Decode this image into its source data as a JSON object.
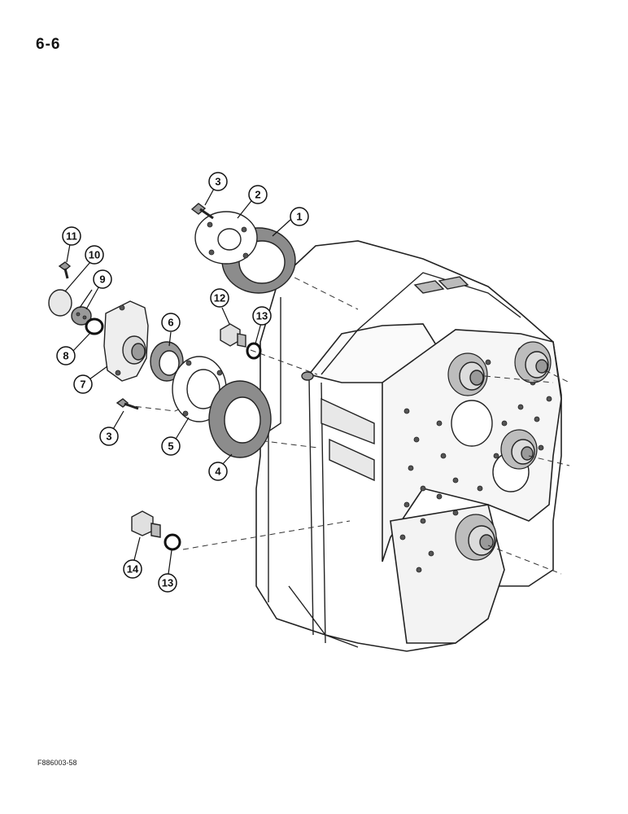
{
  "page": {
    "number": "6-6",
    "figure_code": "F886003-58"
  },
  "callouts": [
    "1",
    "2",
    "3",
    "3",
    "4",
    "5",
    "6",
    "7",
    "8",
    "9",
    "10",
    "11",
    "12",
    "13",
    "13",
    "14"
  ]
}
